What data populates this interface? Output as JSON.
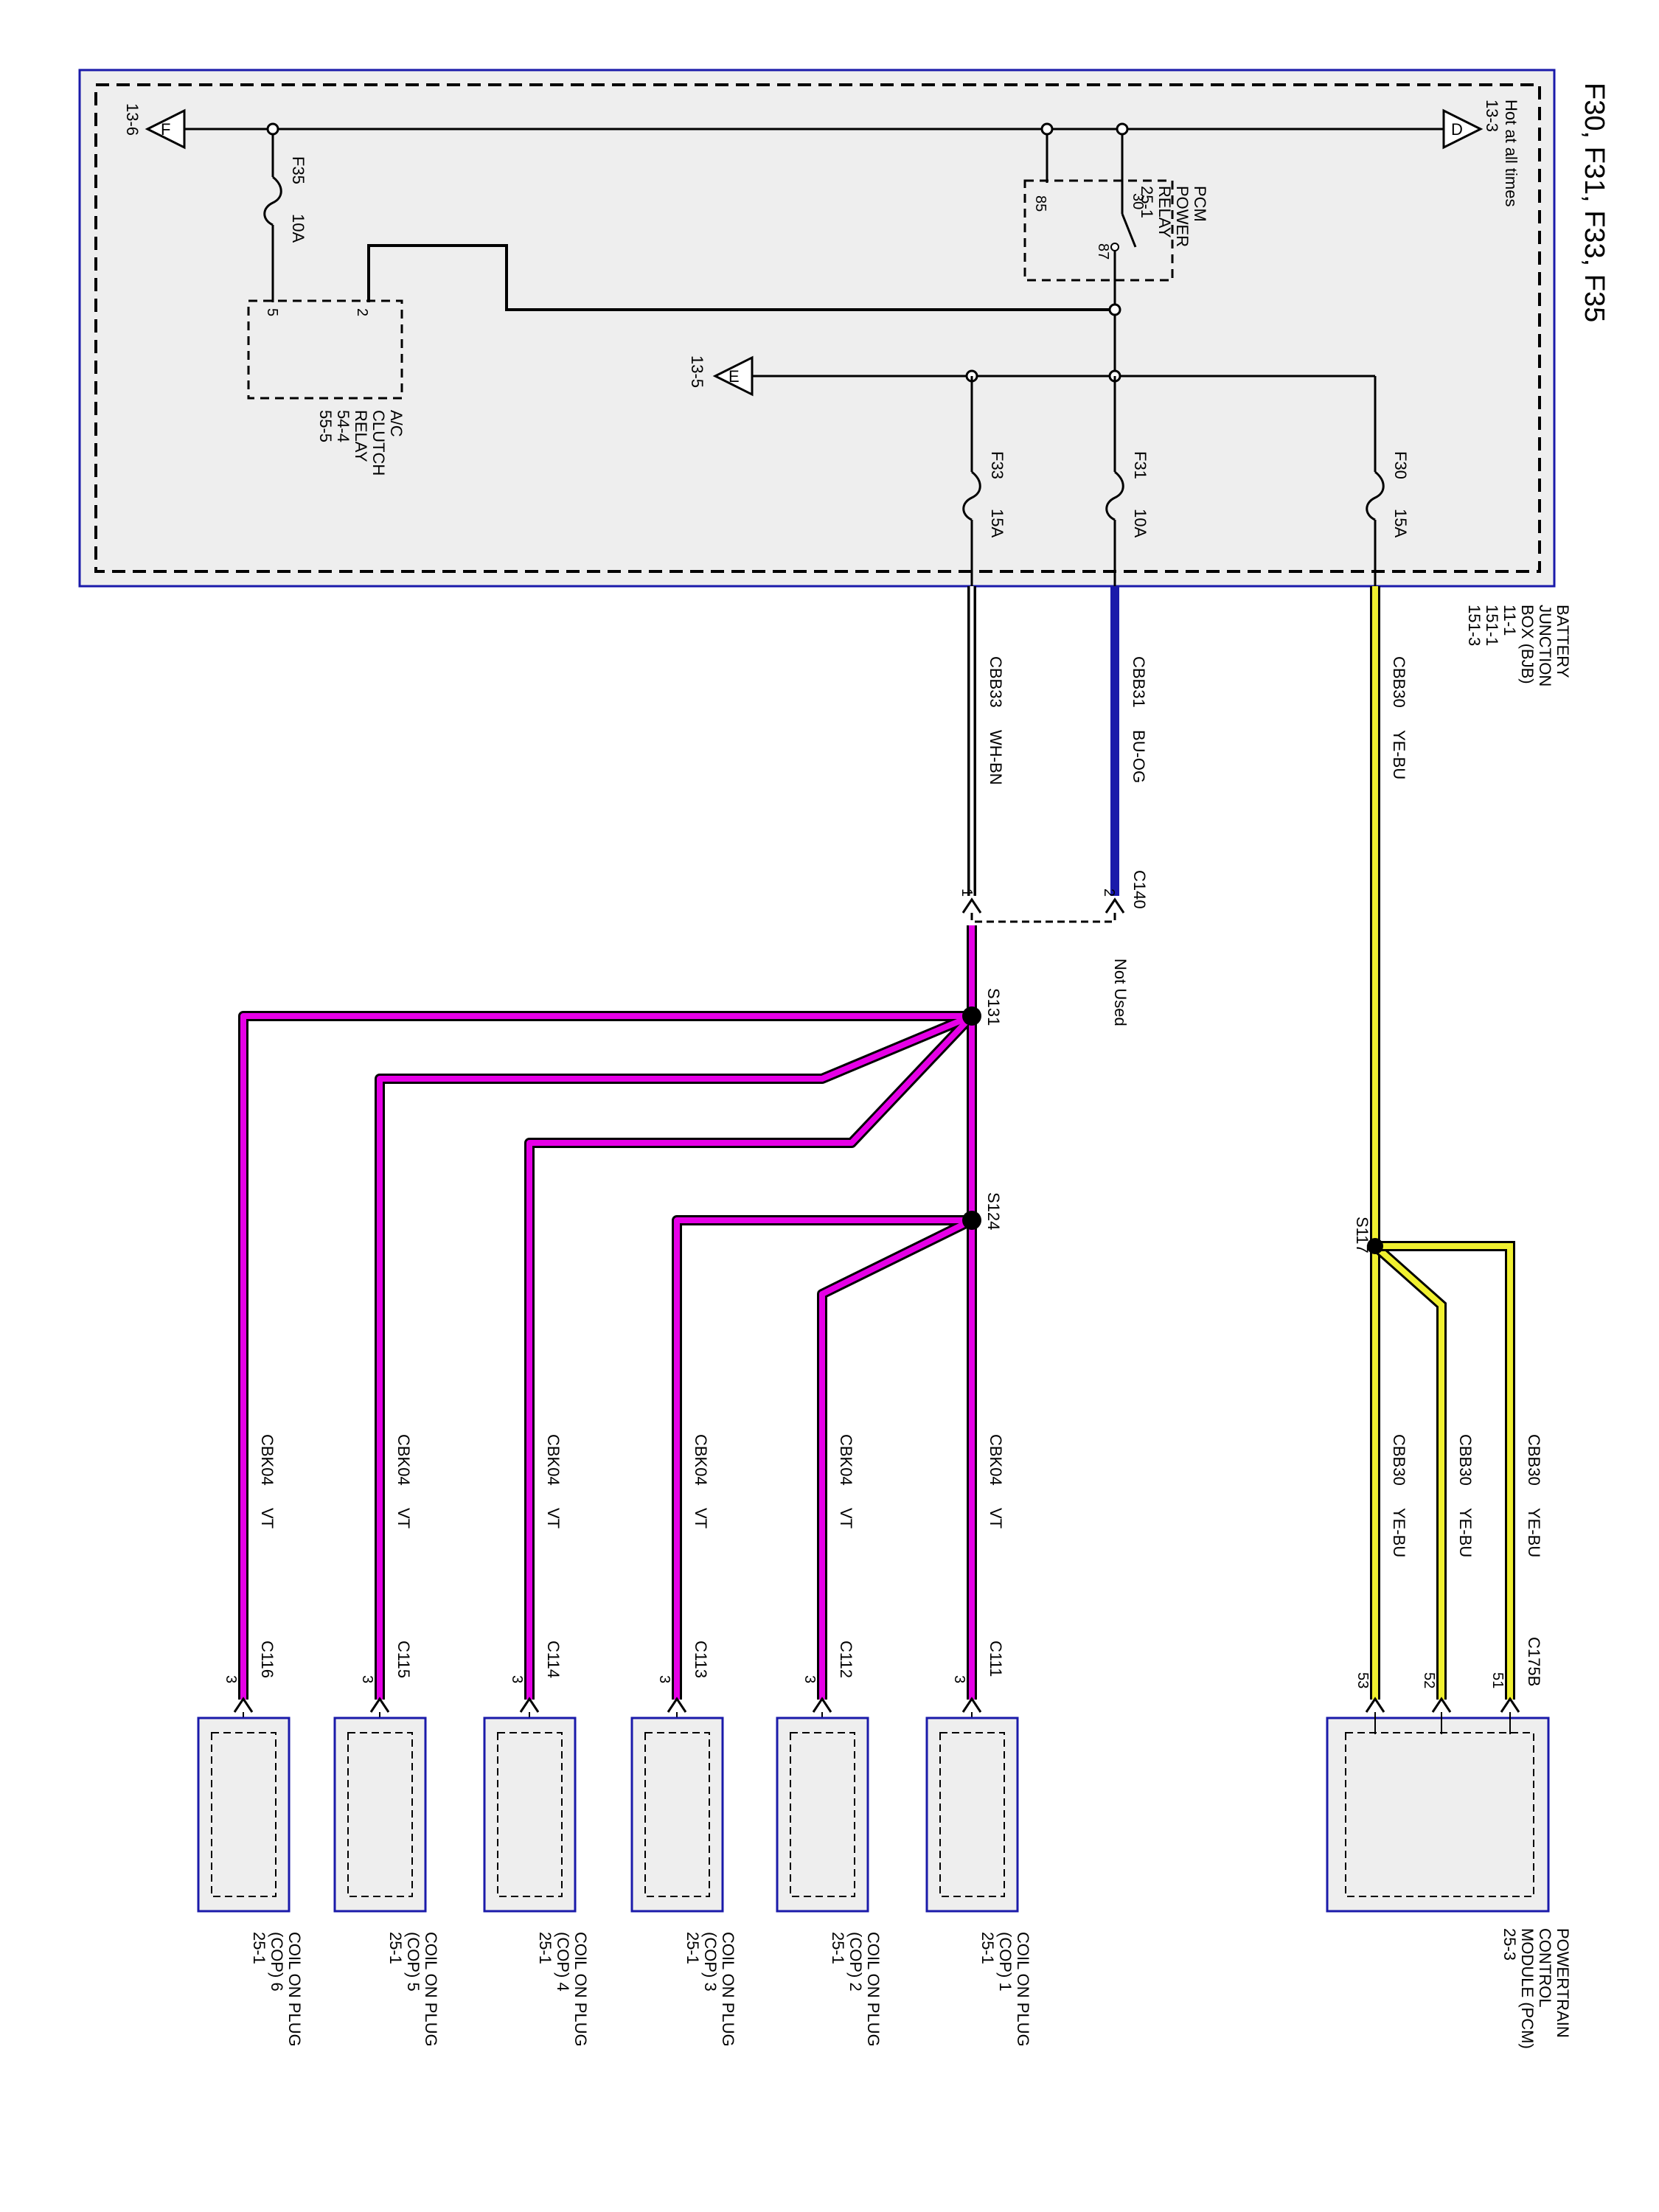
{
  "title": "F30, F31, F33, F35",
  "bjb": {
    "hot_label": "Hot at all times",
    "ref_d": "13-3",
    "ref_f": "13-6",
    "ref_e": "13-5",
    "flag_d": "D",
    "flag_f": "F",
    "flag_e": "E",
    "name_lines": [
      "BATTERY",
      "JUNCTION",
      "BOX (BJB)",
      "11-1",
      "151-1",
      "151-3"
    ]
  },
  "relays": {
    "pcm": {
      "lines": [
        "PCM",
        "POWER",
        "RELAY",
        "25-1"
      ],
      "pin30": "30",
      "pin85": "85",
      "pin87": "87"
    },
    "ac": {
      "lines": [
        "A/C",
        "CLUTCH",
        "RELAY",
        "54-4",
        "55-5"
      ],
      "pin5": "5",
      "pin2": "2"
    }
  },
  "fuses": [
    {
      "id": "F35",
      "rating": "10A"
    },
    {
      "id": "F33",
      "rating": "15A"
    },
    {
      "id": "F31",
      "rating": "10A"
    },
    {
      "id": "F30",
      "rating": "15A"
    }
  ],
  "wires": {
    "cbb33": {
      "circuit": "CBB33",
      "color": "WH-BN"
    },
    "cbb31": {
      "circuit": "CBB31",
      "color": "BU-OG"
    },
    "cbb30": {
      "circuit": "CBB30",
      "color": "YE-BU"
    },
    "cbk04": {
      "circuit": "CBK04",
      "color": "VT"
    }
  },
  "c140": {
    "name": "C140",
    "pin1": "1",
    "pin2": "2",
    "note": "Not Used"
  },
  "splices": {
    "s131": "S131",
    "s124": "S124",
    "s117": "S117"
  },
  "pcm": {
    "connector": "C175B",
    "pins": [
      "51",
      "52",
      "53"
    ],
    "lines": [
      "POWERTRAIN",
      "CONTROL",
      "MODULE (PCM)",
      "25-3"
    ]
  },
  "coils": [
    {
      "connector": "C111",
      "pin": "3",
      "lines": [
        "COIL ON PLUG",
        "(COP) 1",
        "25-1"
      ]
    },
    {
      "connector": "C112",
      "pin": "3",
      "lines": [
        "COIL ON PLUG",
        "(COP) 2",
        "25-1"
      ]
    },
    {
      "connector": "C113",
      "pin": "3",
      "lines": [
        "COIL ON PLUG",
        "(COP) 3",
        "25-1"
      ]
    },
    {
      "connector": "C114",
      "pin": "3",
      "lines": [
        "COIL ON PLUG",
        "(COP) 4",
        "25-1"
      ]
    },
    {
      "connector": "C115",
      "pin": "3",
      "lines": [
        "COIL ON PLUG",
        "(COP) 5",
        "25-1"
      ]
    },
    {
      "connector": "C116",
      "pin": "3",
      "lines": [
        "COIL ON PLUG",
        "(COP) 6",
        "25-1"
      ]
    }
  ],
  "colors": {
    "violet": "#e600e6",
    "blue": "#1a1aaa",
    "yellow": "#f0f030",
    "box_border": "#1a1aaa",
    "box_fill": "#eeeeee"
  }
}
